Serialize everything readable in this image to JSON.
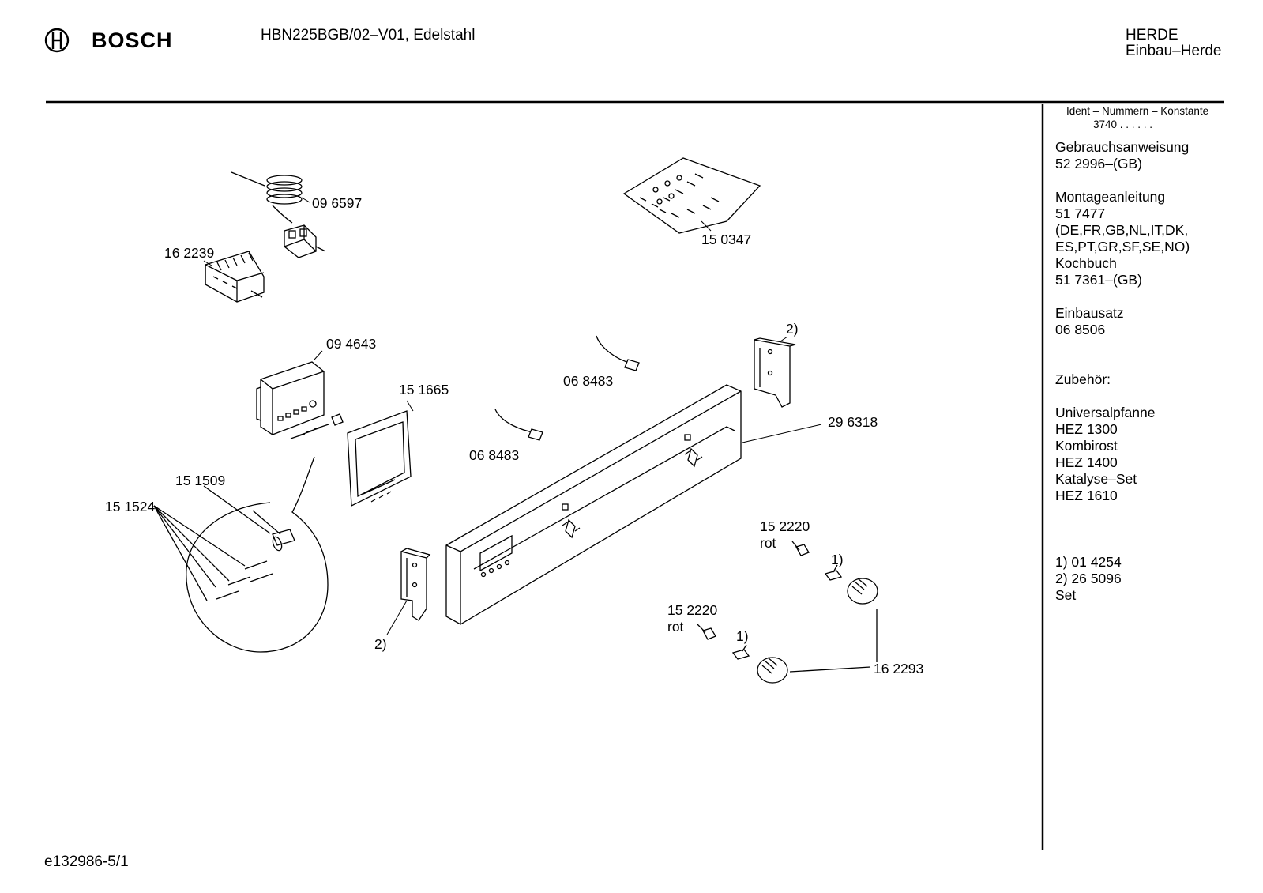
{
  "header": {
    "brand": "BOSCH",
    "model": "HBN225BGB/02–V01, Edelstahl",
    "category": "HERDE",
    "subcategory": "Einbau–Herde"
  },
  "footer": {
    "drawing_id": "e132986-5/1"
  },
  "sidebar": {
    "ident_title": "Ident – Nummern – Konstante",
    "ident_value": "3740  .  .   .  .  .  .",
    "lines": [
      "Gebrauchsanweisung",
      "52 2996–(GB)",
      "",
      "Montageanleitung",
      "51 7477",
      "(DE,FR,GB,NL,IT,DK,",
      "ES,PT,GR,SF,SE,NO)",
      "Kochbuch",
      "51 7361–(GB)",
      "",
      "Einbausatz",
      "06 8506",
      "",
      "",
      "Zubehör:",
      "",
      "Universalpfanne",
      "HEZ 1300",
      "Kombirost",
      "HEZ 1400",
      "Katalyse–Set",
      "HEZ 1610",
      "",
      "",
      "",
      "1)  01 4254",
      "2)  26 5096",
      "      Set"
    ]
  },
  "parts": {
    "p096597": "09 6597",
    "p162239": "16 2239",
    "p150347": "15 0347",
    "p094643": "09 4643",
    "p151665": "15 1665",
    "p068483a": "06 8483",
    "p068483b": "06 8483",
    "p296318": "29 6318",
    "note2a": "2)",
    "note2b": "2)",
    "p151509": "15 1509",
    "p151524": "15 1524",
    "p152220a": "15 2220",
    "rot_a": "rot",
    "p152220b": "15 2220",
    "rot_b": "rot",
    "note1a": "1)",
    "note1b": "1)",
    "p162293": "16 2293"
  },
  "icons": [
    "bosch-logo-icon"
  ]
}
